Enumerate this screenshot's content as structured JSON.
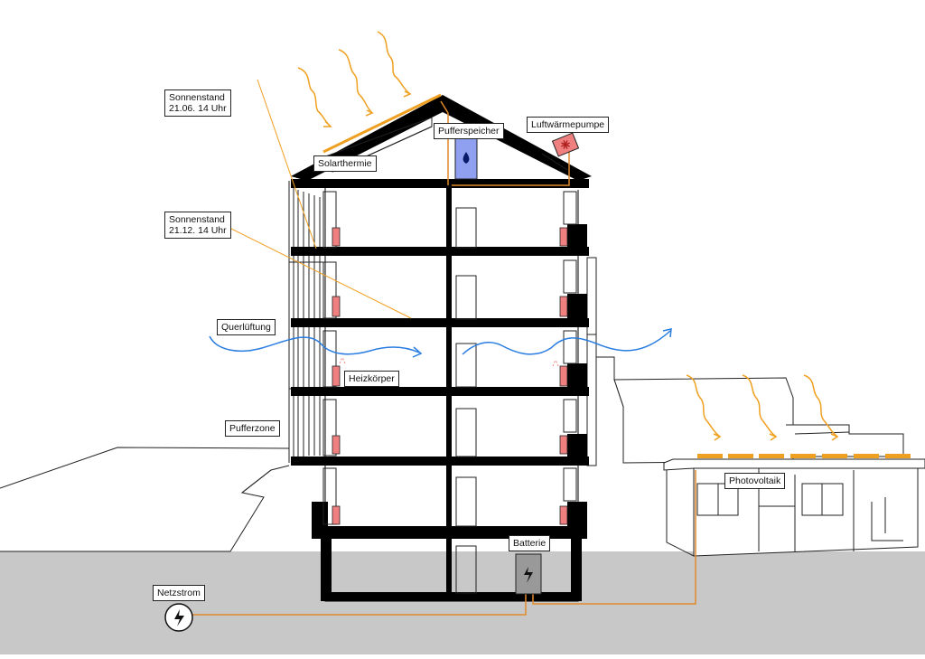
{
  "labels": {
    "sonnenstand_summer": "Sonnenstand\n21.06. 14 Uhr",
    "sonnenstand_winter": "Sonnenstand\n21.12. 14 Uhr",
    "solarthermie": "Solarthermie",
    "pufferspeicher": "Pufferspeicher",
    "luftwaermepumpe": "Luftwärmepumpe",
    "querlueftung": "Querlüftung",
    "heizkoerper": "Heizkörper",
    "pufferzone": "Pufferzone",
    "photovoltaik": "Photovoltaik",
    "batterie": "Batterie",
    "netzstrom": "Netzstrom"
  },
  "colors": {
    "sun": "#f0a020",
    "air_flow": "#2a7de1",
    "pipe": "#e08a2a",
    "radiator": "#f08080",
    "storage_tank": "#8fa0f0",
    "ground": "#c8c8c8",
    "structure": "#000000"
  },
  "icons": {
    "water_drop": "water-drop-icon",
    "heat_pump": "fan-icon",
    "battery": "lightning-icon",
    "grid": "lightning-icon"
  }
}
